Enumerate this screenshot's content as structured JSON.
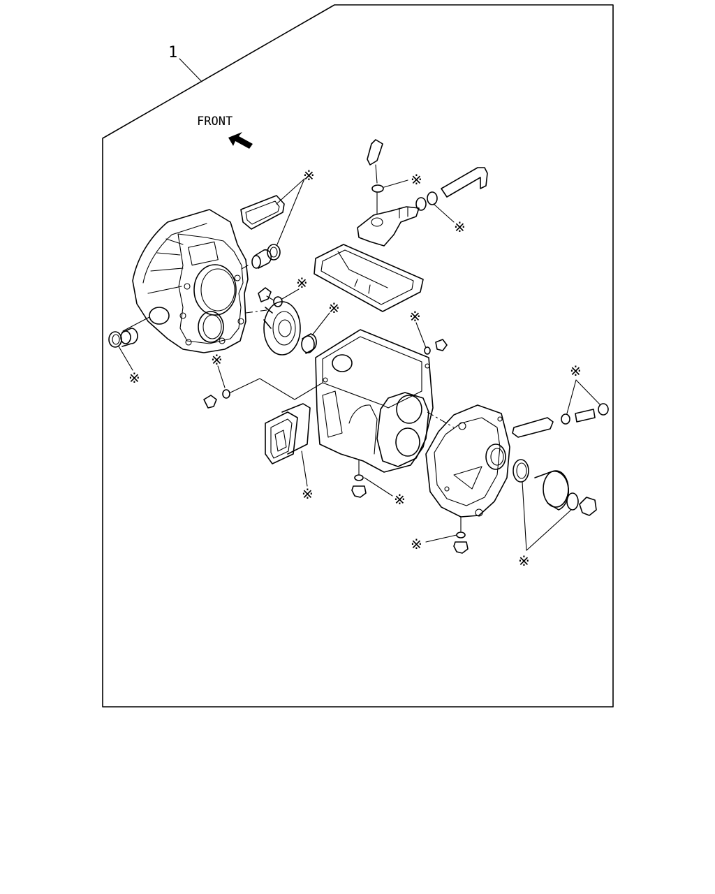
{
  "callout": {
    "number": "1"
  },
  "orientation": {
    "label": "FRONT",
    "arrow_icon": "arrow-front-icon"
  },
  "note_marks": [
    {
      "id": "mark-01",
      "symbol": "※"
    },
    {
      "id": "mark-02",
      "symbol": "※"
    },
    {
      "id": "mark-03",
      "symbol": "※"
    },
    {
      "id": "mark-04",
      "symbol": "※"
    },
    {
      "id": "mark-05",
      "symbol": "※"
    },
    {
      "id": "mark-06",
      "symbol": "※"
    },
    {
      "id": "mark-07",
      "symbol": "※"
    },
    {
      "id": "mark-08",
      "symbol": "※"
    },
    {
      "id": "mark-09",
      "symbol": "※"
    },
    {
      "id": "mark-10",
      "symbol": "※"
    },
    {
      "id": "mark-11",
      "symbol": "※"
    },
    {
      "id": "mark-12",
      "symbol": "※"
    },
    {
      "id": "mark-13",
      "symbol": "※"
    },
    {
      "id": "mark-14",
      "symbol": "※"
    }
  ]
}
